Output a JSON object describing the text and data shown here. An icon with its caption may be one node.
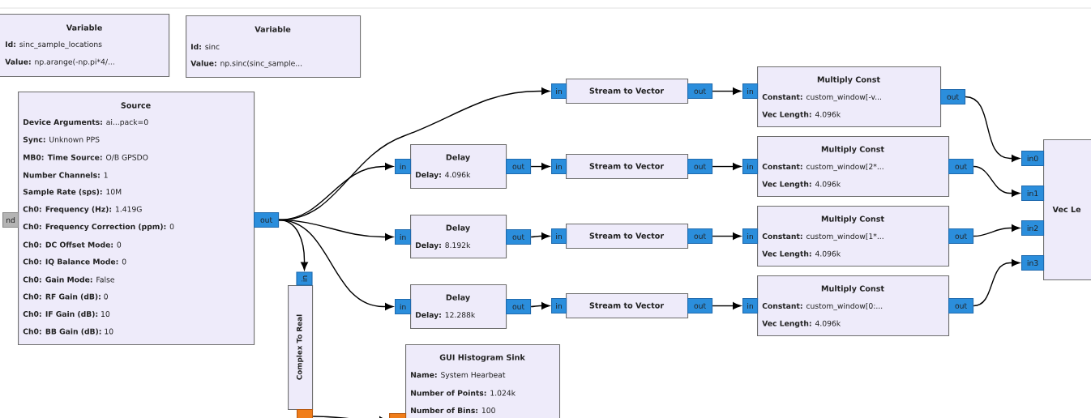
{
  "diagram": {
    "nodes": [
      {
        "text": [
          "Variable",
          "**Id:** sinc_sample_locations",
          "**Value:** np.arange(-np.pi*4/..."
        ]
      },
      {
        "text": [
          "Variable",
          "**Id:** sinc",
          "**Value:** np.sinc(sinc_sample..."
        ]
      },
      {
        "text": [
          "Source",
          "**Device Arguments:** ai...pack=0",
          "**Sync:** Unknown PPS",
          "**MB0: Time Source:** O/B GPSDO",
          "**Number Channels:** 1",
          "**Sample Rate (sps):** 10M",
          "**Ch0: Frequency (Hz):** 1.419G",
          "**Ch0: Frequency Correction (ppm):** 0",
          "**Ch0: DC Offset Mode:** 0",
          "**Ch0: IQ Balance Mode:** 0",
          "**Ch0: Gain Mode:** False",
          "**Ch0: RF Gain (dB):** 0",
          "**Ch0: IF Gain (dB):** 10",
          "**Ch0: BB Gain (dB):** 10"
        ]
      },
      {
        "text": [
          "nd"
        ]
      },
      {
        "text": [
          "out"
        ]
      },
      {
        "text": [
          "Delay",
          "**Delay:** 4.096k"
        ]
      },
      {
        "text": [
          "in"
        ]
      },
      {
        "text": [
          "out"
        ]
      },
      {
        "text": [
          "Delay",
          "**Delay:** 8.192k"
        ]
      },
      {
        "text": [
          "in"
        ]
      },
      {
        "text": [
          "out"
        ]
      },
      {
        "text": [
          "Delay",
          "**Delay:** 12.288k"
        ]
      },
      {
        "text": [
          "in"
        ]
      },
      {
        "text": [
          "out"
        ]
      },
      {
        "text": [
          "Stream to Vector"
        ]
      },
      {
        "text": [
          "in"
        ]
      },
      {
        "text": [
          "out"
        ]
      },
      {
        "text": [
          "Stream to Vector"
        ]
      },
      {
        "text": [
          "in"
        ]
      },
      {
        "text": [
          "out"
        ]
      },
      {
        "text": [
          "Stream to Vector"
        ]
      },
      {
        "text": [
          "in"
        ]
      },
      {
        "text": [
          "out"
        ]
      },
      {
        "text": [
          "Stream to Vector"
        ]
      },
      {
        "text": [
          "in"
        ]
      },
      {
        "text": [
          "out"
        ]
      },
      {
        "text": [
          "Multiply Const",
          "**Constant:** custom_window[-v...",
          "**Vec Length:** 4.096k"
        ]
      },
      {
        "text": [
          "in"
        ]
      },
      {
        "text": [
          "out"
        ]
      },
      {
        "text": [
          "Multiply Const",
          "**Constant:** custom_window[2*...",
          "**Vec Length:** 4.096k"
        ]
      },
      {
        "text": [
          "in"
        ]
      },
      {
        "text": [
          "out"
        ]
      },
      {
        "text": [
          "Multiply Const",
          "**Constant:** custom_window[1*...",
          "**Vec Length:** 4.096k"
        ]
      },
      {
        "text": [
          "in"
        ]
      },
      {
        "text": [
          "out"
        ]
      },
      {
        "text": [
          "Multiply Const",
          "**Constant:** custom_window[0:...",
          "**Vec Length:** 4.096k"
        ]
      },
      {
        "text": [
          "in"
        ]
      },
      {
        "text": [
          "out"
        ]
      },
      {
        "text": [
          "Vec Le"
        ]
      },
      {
        "text": [
          "in0"
        ]
      },
      {
        "text": [
          "in1"
        ]
      },
      {
        "text": [
          "in2"
        ]
      },
      {
        "text": [
          "in3"
        ]
      },
      {
        "text": [
          "Complex To Real"
        ]
      },
      {
        "text": [
          "in"
        ]
      },
      {
        "text": [],
        "shape": "box"
      },
      {
        "text": [
          "GUI Histogram Sink",
          "**Name:** System Hearbeat",
          "**Number of Points:** 1.024k",
          "**Number of Bins:** 100"
        ]
      },
      {
        "text": [],
        "shape": "box"
      }
    ],
    "edges": [
      {
        "from": 4,
        "to": 6,
        "arrow": "to"
      },
      {
        "from": 4,
        "to": 15,
        "arrow": "to"
      },
      {
        "from": 4,
        "to": 9,
        "arrow": "to"
      },
      {
        "from": 4,
        "to": 12,
        "arrow": "to"
      },
      {
        "from": 4,
        "to": 44,
        "arrow": "to"
      },
      {
        "from": 7,
        "to": 18,
        "arrow": "to"
      },
      {
        "from": 10,
        "to": 21,
        "arrow": "to"
      },
      {
        "from": 13,
        "to": 24,
        "arrow": "to"
      },
      {
        "from": 16,
        "to": 27,
        "arrow": "to"
      },
      {
        "from": 19,
        "to": 30,
        "arrow": "to"
      },
      {
        "from": 22,
        "to": 33,
        "arrow": "to"
      },
      {
        "from": 25,
        "to": 36,
        "arrow": "to"
      },
      {
        "from": 28,
        "to": 39,
        "arrow": "to"
      },
      {
        "from": 31,
        "to": 40,
        "arrow": "to"
      },
      {
        "from": 34,
        "to": 41,
        "arrow": "to"
      },
      {
        "from": 37,
        "to": 42,
        "arrow": "to"
      },
      {
        "from": 45,
        "to": 47,
        "arrow": "to"
      }
    ]
  }
}
